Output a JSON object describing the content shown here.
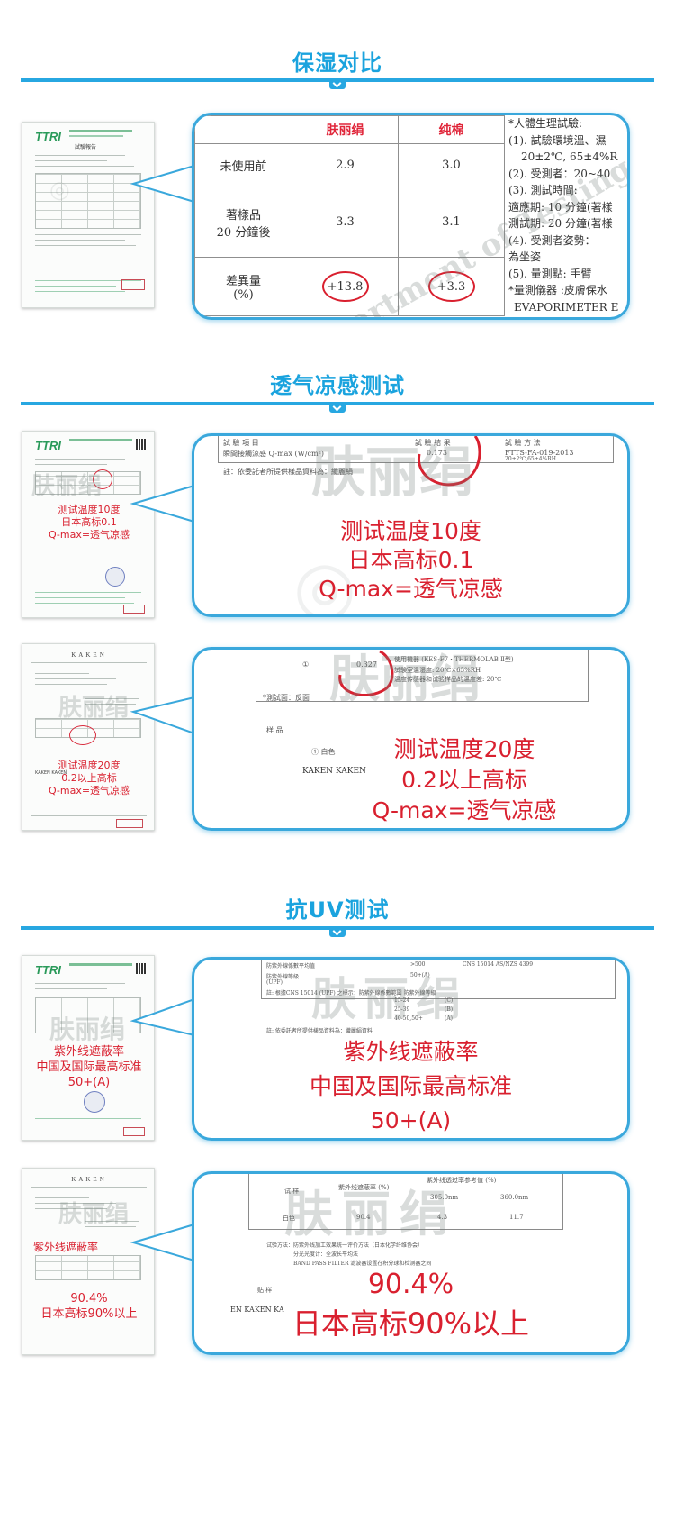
{
  "sections": [
    {
      "title": "保湿对比"
    },
    {
      "title": "透气凉感测试"
    },
    {
      "title": "抗UV测试"
    }
  ],
  "moisture": {
    "headers": [
      "",
      "肤丽绢",
      "纯棉"
    ],
    "rows": [
      {
        "label": "未使用前",
        "label2": "",
        "a": "2.9",
        "b": "3.0"
      },
      {
        "label": "著樣品",
        "label2": "20 分鐘後",
        "a": "3.3",
        "b": "3.1"
      },
      {
        "label": "差異量",
        "label2": "(%)",
        "a": "+13.8",
        "b": "+3.3"
      }
    ],
    "notes": [
      "*人體生理試驗:",
      "(1). 試驗環境溫、濕",
      "20±2℃, 65±4%R",
      "(2). 受測者：20~40",
      "(3). 測試時間:",
      "適應期: 10 分鐘(著樣",
      "測試期: 20 分鐘(著樣",
      "(4). 受測者姿勢：",
      "為坐姿",
      "(5). 量測點: 手臂",
      "*量測儀器 :皮膚保水",
      "EVAPORIMETER E"
    ],
    "thumb": {
      "logo": "TTRI",
      "title": "試驗報告"
    }
  },
  "cooling1": {
    "thumb_logo": "TTRI",
    "thumb_lines": [
      "测试温度10度",
      "日本高标0.1",
      "Q-max=透气凉感"
    ],
    "scan": {
      "col1": "試 驗 項 目",
      "col2": "試 驗 結 果",
      "col3": "試 驗 方 法",
      "item": "瞬間接觸涼感  Q-max (W/cm²)",
      "result": "0.173",
      "method": "FTTS-FA-019-2013",
      "method2": "20±2℃,65±4%RH",
      "note": "註：依委託者所提供樣品資料為：纖麗絹"
    },
    "lines": [
      "测试温度10度",
      "日本高标0.1",
      "Q-max=透气凉感"
    ]
  },
  "cooling2": {
    "thumb_head": "KAKEN",
    "thumb_lines": [
      "测试温度20度",
      "0.2以上高标",
      "Q-max=透气凉感"
    ],
    "thumb_brand": "KAKEN  KAKEN",
    "scan": {
      "device": "使用機器  (KES-F7・THERMOLAB Ⅱ型)",
      "room": "試験室温湿度: 20℃×65%RH",
      "temp": "温度传感器和试验样品的温度差: 20℃",
      "num": "①",
      "value": "0.327",
      "side": "*測試面：反面",
      "sample": "样     品",
      "white": "① 白色",
      "brand": "KAKEN   KAKEN"
    },
    "lines": [
      "测试温度20度",
      "0.2以上高标",
      "Q-max=透气凉感"
    ]
  },
  "uv1": {
    "thumb_logo": "TTRI",
    "thumb_lines": [
      "紫外线遮蔽率",
      "中国及国际最高标准",
      "50+(A)"
    ],
    "scan": {
      "r1": "防紫外線係數平均值",
      "r1v": ">500",
      "r2": "防紫外線等級",
      "r2v": "50+(A)",
      "r3": "(UPF)",
      "r4": "註: 根據CNS 15014 (UPF) 之標示：防紫外線係數範圍   防紫外線等級",
      "r5": "15-24",
      "r5v": "(C)",
      "r6": "25-39",
      "r6v": "(B)",
      "r7": "40-50,50+",
      "r7v": "(A)",
      "r8": "註: 依委託者所提供樣品資料為：纖麗絹資料",
      "std": "CNS 15014  AS/NZS 4399"
    },
    "lines": [
      "紫外线遮蔽率",
      "中国及国际最高标准",
      "50+(A)"
    ]
  },
  "uv2": {
    "thumb_head": "KAKEN",
    "thumb_lines": [
      "紫外线遮蔽率",
      "90.4%",
      "日本高标90%以上"
    ],
    "scan": {
      "h1": "试  样",
      "h2": "紫外线遮蔽率 (%)",
      "h3": "紫外线透过率参考值 (%)",
      "h4": "305.0nm",
      "h5": "360.0nm",
      "row": "白色",
      "v1": "90.4",
      "v2": "4.3",
      "v3": "11.7",
      "m1": "试验方法：防紫外线加工效果统一评价方法（日本化学纤维协会）",
      "m2": "分光光度计：全波长平均法",
      "m3": "BAND PASS FILTER 滤波器设置在积分球和检测器之间",
      "sample": "贴     样",
      "brand": "EN  KAKEN  KA"
    },
    "lines": [
      "90.4%",
      "日本高标90%以上"
    ]
  },
  "watermarks": {
    "brand": "肤丽绢",
    "seal": "Department of Testing and Certification"
  },
  "colors": {
    "accent": "#27a7e1",
    "red": "#d9202f",
    "bubble_border": "#3aa8dc"
  }
}
